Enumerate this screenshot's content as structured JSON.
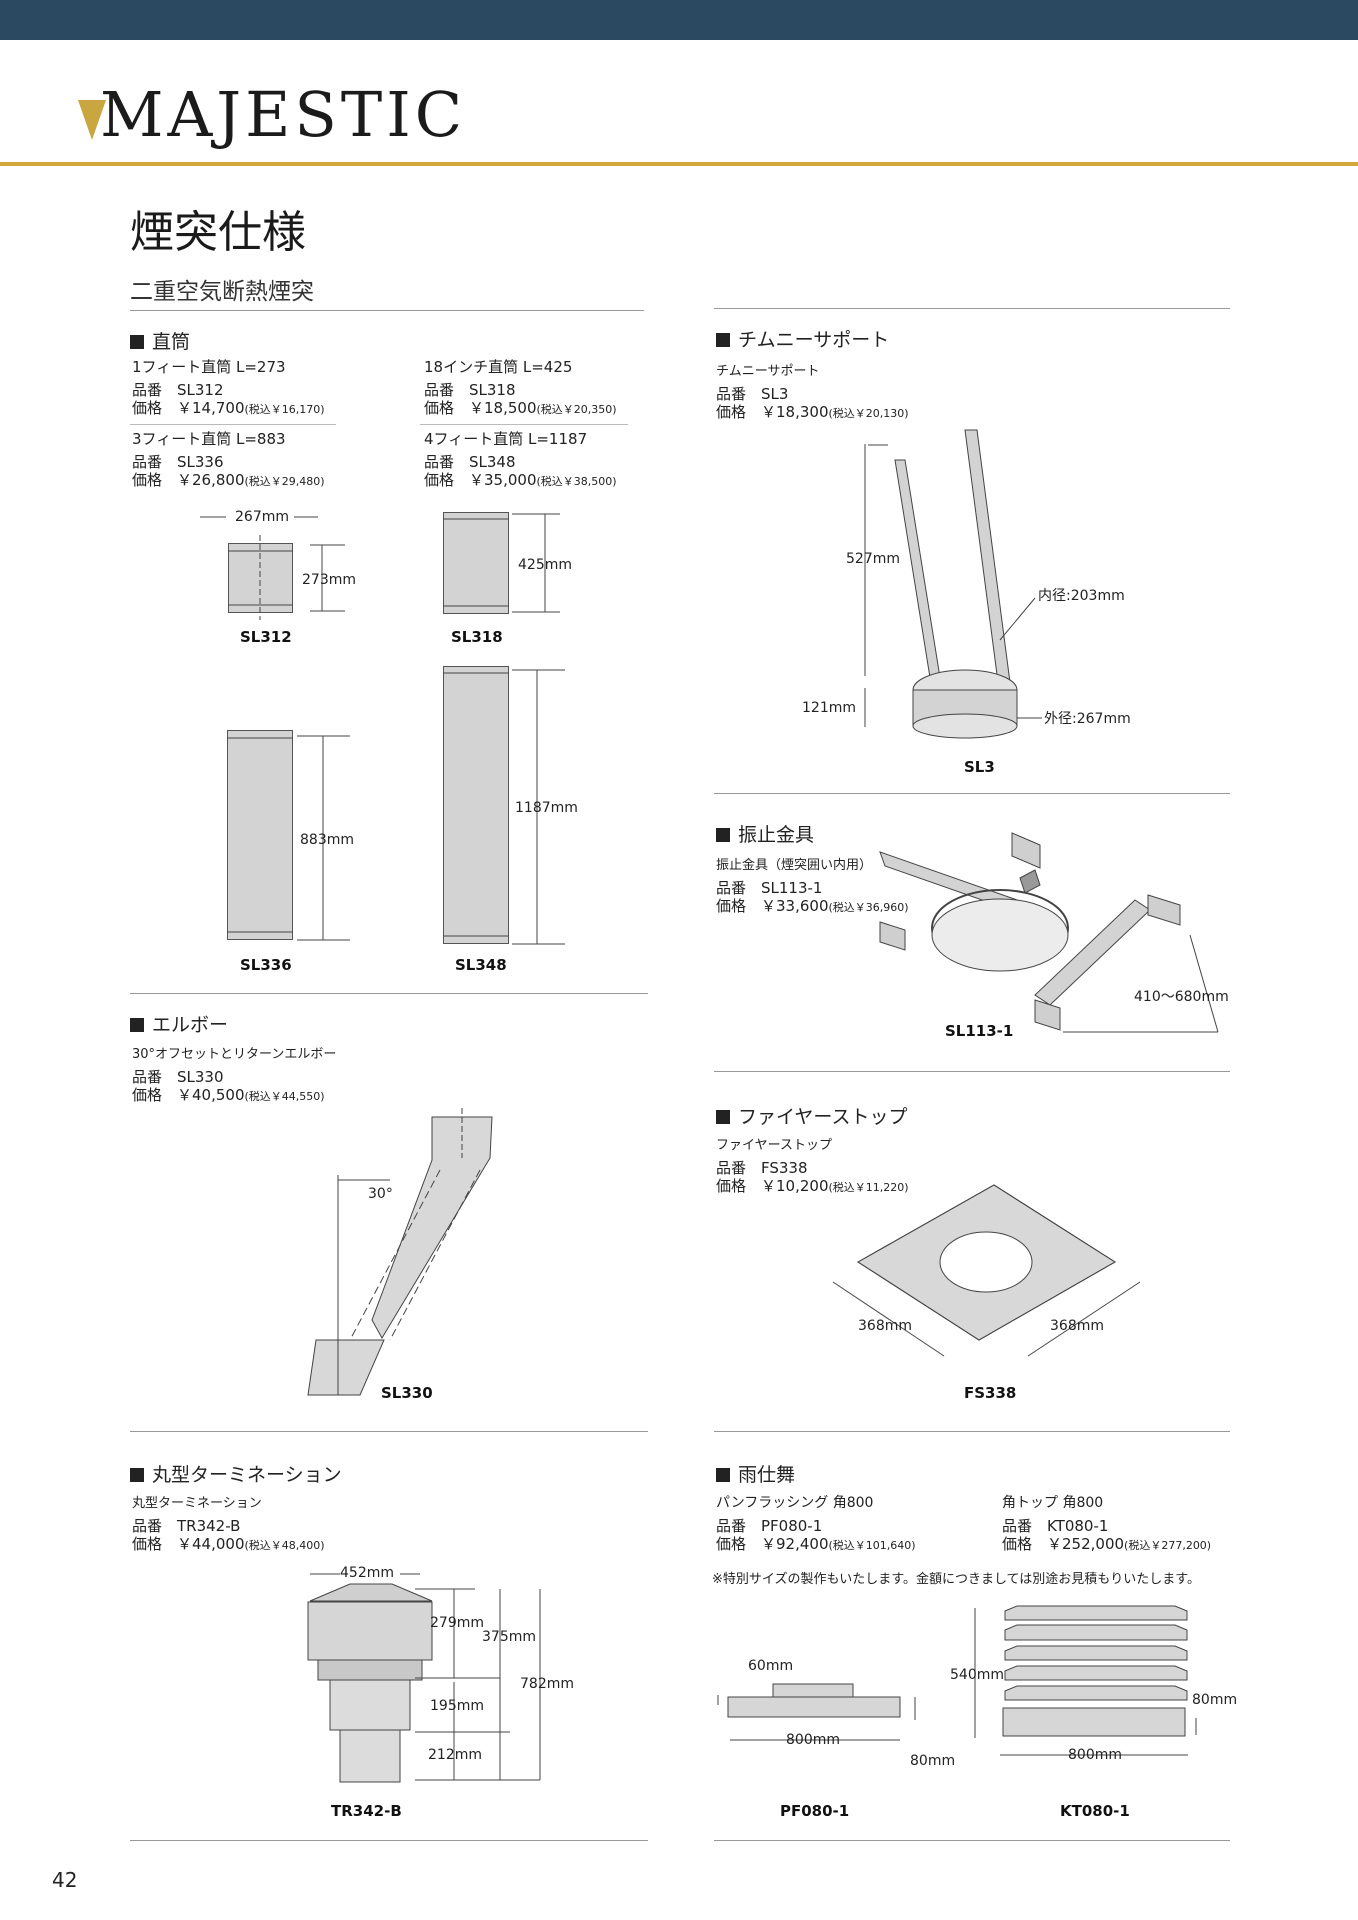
{
  "header": {
    "brand": "MAJESTIC",
    "title": "煙突仕様",
    "subtitle": "二重空気断熱煙突",
    "page_number": "42"
  },
  "straight": {
    "heading": "直筒",
    "items": [
      {
        "name": "1フィート直筒 L=273",
        "code_label": "品番　SL312",
        "price_label": "価格　￥14,700",
        "tax": "(税込￥16,170)"
      },
      {
        "name": "18インチ直筒 L=425",
        "code_label": "品番　SL318",
        "price_label": "価格　￥18,500",
        "tax": "(税込￥20,350)"
      },
      {
        "name": "3フィート直筒 L=883",
        "code_label": "品番　SL336",
        "price_label": "価格　￥26,800",
        "tax": "(税込￥29,480)"
      },
      {
        "name": "4フィート直筒 L=1187",
        "code_label": "品番　SL348",
        "price_label": "価格　￥35,000",
        "tax": "(税込￥38,500)"
      }
    ],
    "dims": {
      "w267": "267mm",
      "h273": "273mm",
      "h425": "425mm",
      "h883": "883mm",
      "h1187": "1187mm"
    },
    "labels": {
      "sl312": "SL312",
      "sl318": "SL318",
      "sl336": "SL336",
      "sl348": "SL348"
    }
  },
  "support": {
    "heading": "チムニーサポート",
    "name": "チムニーサポート",
    "code_label": "品番　SL3",
    "price_label": "価格　￥18,300",
    "tax": "(税込￥20,130)",
    "dims": {
      "h527": "527mm",
      "h121": "121mm",
      "inner": "内径:203mm",
      "outer": "外径:267mm"
    },
    "label": "SL3"
  },
  "brace": {
    "heading": "振止金具",
    "name": "振止金具（煙突囲い内用）",
    "code_label": "品番　SL113-1",
    "price_label": "価格　￥33,600",
    "tax": "(税込￥36,960)",
    "dims": {
      "range": "410〜680mm"
    },
    "label": "SL113-1"
  },
  "elbow": {
    "heading": "エルボー",
    "name": "30°オフセットとリターンエルボー",
    "code_label": "品番　SL330",
    "price_label": "価格　￥40,500",
    "tax": "(税込￥44,550)",
    "dims": {
      "angle": "30°"
    },
    "label": "SL330"
  },
  "firestop": {
    "heading": "ファイヤーストップ",
    "name": "ファイヤーストップ",
    "code_label": "品番　FS338",
    "price_label": "価格　￥10,200",
    "tax": "(税込￥11,220)",
    "dims": {
      "a": "368mm",
      "b": "368mm"
    },
    "label": "FS338"
  },
  "termination": {
    "heading": "丸型ターミネーション",
    "name": "丸型ターミネーション",
    "code_label": "品番　TR342-B",
    "price_label": "価格　￥44,000",
    "tax": "(税込￥48,400)",
    "dims": {
      "w452": "452mm",
      "h279": "279mm",
      "h375": "375mm",
      "h782": "782mm",
      "h195": "195mm",
      "w212": "212mm"
    },
    "label": "TR342-B"
  },
  "rain": {
    "heading": "雨仕舞",
    "items": [
      {
        "name": "パンフラッシング 角800",
        "code_label": "品番　PF080-1",
        "price_label": "価格　￥92,400",
        "tax": "(税込￥101,640)"
      },
      {
        "name": "角トップ 角800",
        "code_label": "品番　KT080-1",
        "price_label": "価格　￥252,000",
        "tax": "(税込￥277,200)"
      }
    ],
    "note": "※特別サイズの製作もいたします。金額につきましては別途お見積もりいたします。",
    "dims": {
      "pf60": "60mm",
      "pf800": "800mm",
      "pf80": "80mm",
      "kt540": "540mm",
      "kt80": "80mm",
      "kt800": "800mm"
    },
    "labels": {
      "pf": "PF080-1",
      "kt": "KT080-1"
    }
  }
}
